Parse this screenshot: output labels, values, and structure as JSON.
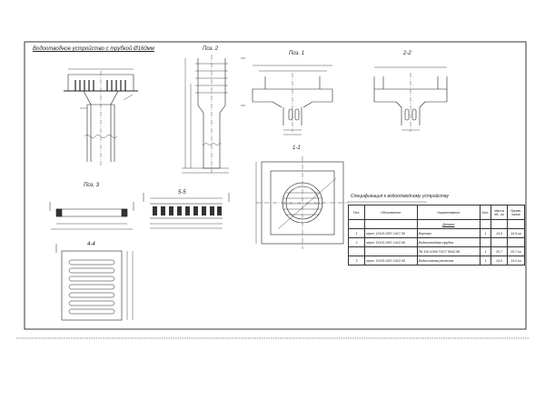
{
  "sheet": {
    "title": "Водоотводное устройство с трубкой Ø160мм",
    "views": {
      "pos2": "Поз. 2",
      "pos1": "Поз. 1",
      "sec22": "2-2",
      "sec11": "1-1",
      "pos3": "Поз. 3",
      "sec55": "5-5",
      "sec44": "4-4"
    },
    "spec_title": "Спецификация к водоотводному устройству",
    "spec_headers": {
      "pos": "Поз.",
      "designation": "Обозначение",
      "name": "Наименование",
      "qty": "Кол.",
      "mass": "Масса ед., кг",
      "note": "Приме-чание"
    },
    "spec_section": "Детали",
    "spec_rows": [
      {
        "pos": "1",
        "designation": "черт. СН15.1007 1417 95",
        "name": "Воронка",
        "qty": "1",
        "mass": "14.5",
        "note": "14.5 кг"
      },
      {
        "pos": "2",
        "designation": "черт. СН15.1007 1413 95",
        "name": "Водоотводная трубка",
        "qty": "",
        "mass": "",
        "note": ""
      },
      {
        "pos": "",
        "designation": "",
        "name": "ПК-150-1005 ГОСТ 8942-98",
        "qty": "1",
        "mass": "20.7",
        "note": "20.7 кг"
      },
      {
        "pos": "3",
        "designation": "черт. СН15.1007 1413 95",
        "name": "Водосливная решетка",
        "qty": "1",
        "mass": "14.0",
        "note": "14.0 кг"
      }
    ]
  }
}
